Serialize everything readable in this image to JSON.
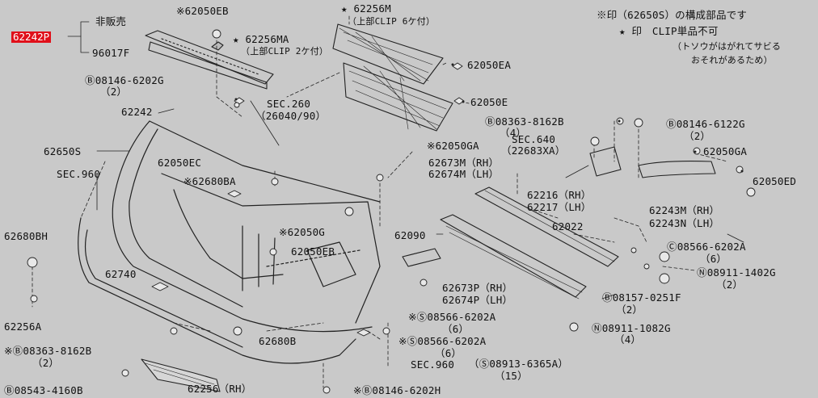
{
  "diagram": {
    "highlighted_part": "62242P",
    "notes": {
      "line1": "※印（62650S）の構成部品です",
      "line2": "★ 印　CLIP単品不可",
      "line3": "（トソウがはがれてサビる",
      "line4": "おそれがあるため）"
    },
    "labels": [
      {
        "id": "l_nohan",
        "text": "非販売"
      },
      {
        "id": "l_96017f",
        "text": "96017F"
      },
      {
        "id": "l_62050eb_top",
        "text": "※62050EB"
      },
      {
        "id": "l_62256m",
        "text": "★ 62256M"
      },
      {
        "id": "l_62256m_sub",
        "text": "（上部CLIP 6ケ付）"
      },
      {
        "id": "l_62256ma",
        "text": "★ 62256MA"
      },
      {
        "id": "l_62256ma_sub",
        "text": "（上部CLIP 2ケ付）"
      },
      {
        "id": "l_62050ea",
        "text": "62050EA"
      },
      {
        "id": "l_08146_6202g",
        "text": "Ⓑ08146-6202G"
      },
      {
        "id": "l_08146_6202g_q",
        "text": "（2）"
      },
      {
        "id": "l_sec260",
        "text": "SEC.260"
      },
      {
        "id": "l_sec260_sub",
        "text": "（26040/90）"
      },
      {
        "id": "l_62242",
        "text": "62242"
      },
      {
        "id": "l_62050e",
        "text": "62050E"
      },
      {
        "id": "l_08363_8162b_r",
        "text": "Ⓑ08363-8162B"
      },
      {
        "id": "l_08363_8162b_r_q",
        "text": "（4）"
      },
      {
        "id": "l_08146_6122g",
        "text": "Ⓑ08146-6122G"
      },
      {
        "id": "l_08146_6122g_q",
        "text": "（2）"
      },
      {
        "id": "l_sec640",
        "text": "SEC.640"
      },
      {
        "id": "l_sec640_sub",
        "text": "（22683XA）"
      },
      {
        "id": "l_62650s",
        "text": "62650S"
      },
      {
        "id": "l_62050ga_c",
        "text": "※62050GA"
      },
      {
        "id": "l_62050ga_r",
        "text": "62050GA"
      },
      {
        "id": "l_62050ec",
        "text": "62050EC"
      },
      {
        "id": "l_62673m",
        "text": "62673M（RH）"
      },
      {
        "id": "l_62674m",
        "text": "62674M（LH）"
      },
      {
        "id": "l_sec960_l",
        "text": "SEC.960"
      },
      {
        "id": "l_62680ba",
        "text": "※62680BA"
      },
      {
        "id": "l_62050ed",
        "text": "62050ED"
      },
      {
        "id": "l_62216",
        "text": "62216（RH）"
      },
      {
        "id": "l_62217",
        "text": "62217（LH）"
      },
      {
        "id": "l_62243m",
        "text": "62243M（RH）"
      },
      {
        "id": "l_62243n",
        "text": "62243N（LH）"
      },
      {
        "id": "l_62022",
        "text": "62022"
      },
      {
        "id": "l_62050g",
        "text": "※62050G"
      },
      {
        "id": "l_62090",
        "text": "62090"
      },
      {
        "id": "l_62680bh",
        "text": "62680BH"
      },
      {
        "id": "l_62050eb_mid",
        "text": "62050EB"
      },
      {
        "id": "l_08566_6202a_r",
        "text": "Ⓒ08566-6202A"
      },
      {
        "id": "l_08566_6202a_r_q",
        "text": "（6）"
      },
      {
        "id": "l_08911_1402g",
        "text": "Ⓝ08911-1402G"
      },
      {
        "id": "l_08911_1402g_q",
        "text": "（2）"
      },
      {
        "id": "l_62740",
        "text": "62740"
      },
      {
        "id": "l_62673p",
        "text": "62673P（RH）"
      },
      {
        "id": "l_62674p",
        "text": "62674P（LH）"
      },
      {
        "id": "l_08157_0251f",
        "text": "Ⓑ08157-0251F"
      },
      {
        "id": "l_08157_0251f_q",
        "text": "（2）"
      },
      {
        "id": "l_08566_6202a_a",
        "text": "※Ⓢ08566-6202A"
      },
      {
        "id": "l_08566_6202a_a_q",
        "text": "（6）"
      },
      {
        "id": "l_62256a",
        "text": "62256A"
      },
      {
        "id": "l_08911_1082g",
        "text": "Ⓝ08911-1082G"
      },
      {
        "id": "l_08911_1082g_q",
        "text": "（4）"
      },
      {
        "id": "l_62680b",
        "text": "62680B"
      },
      {
        "id": "l_08566_6202a_b",
        "text": "※Ⓢ08566-6202A"
      },
      {
        "id": "l_08566_6202a_b_q",
        "text": "（6）"
      },
      {
        "id": "l_08363_8162b_l",
        "text": "※Ⓑ08363-8162B"
      },
      {
        "id": "l_08363_8162b_l_q",
        "text": "（2）"
      },
      {
        "id": "l_sec960_b",
        "text": "SEC.960"
      },
      {
        "id": "l_08913_6365a",
        "text": "（Ⓢ08913-6365A）"
      },
      {
        "id": "l_08913_6365a_q",
        "text": "（15）"
      },
      {
        "id": "l_08543_4160b",
        "text": "Ⓑ08543-4160B"
      },
      {
        "id": "l_62256rh",
        "text": "62256（RH）"
      },
      {
        "id": "l_08146_6202h",
        "text": "※Ⓑ08146-6202H"
      }
    ]
  }
}
